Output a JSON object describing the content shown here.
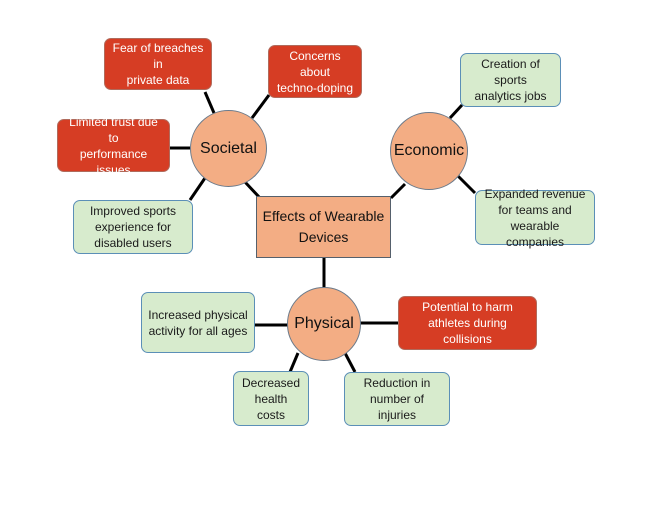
{
  "center": {
    "label": "Effects of Wearable\nDevices"
  },
  "hubs": {
    "societal": "Societal",
    "economic": "Economic",
    "physical": "Physical"
  },
  "societal": {
    "privacy": "Fear of breaches in\nprivate data",
    "techno_doping": "Concerns about\ntechno-doping",
    "trust": "Limited trust due to\nperformance issues",
    "disabled": "Improved sports\nexperience for\ndisabled users"
  },
  "economic": {
    "jobs": "Creation of sports\nanalytics jobs",
    "revenue": "Expanded revenue\nfor teams and\nwearable companies"
  },
  "physical": {
    "activity": "Increased physical\nactivity for all ages",
    "harm": "Potential to harm\nathletes during collisions",
    "health_costs": "Decreased\nhealth costs",
    "injuries": "Reduction in\nnumber of injuries"
  },
  "colors": {
    "hub_fill": "#f3ad84",
    "positive_fill": "#d7ebcd",
    "negative_fill": "#d63d24",
    "connector": "#000000"
  }
}
